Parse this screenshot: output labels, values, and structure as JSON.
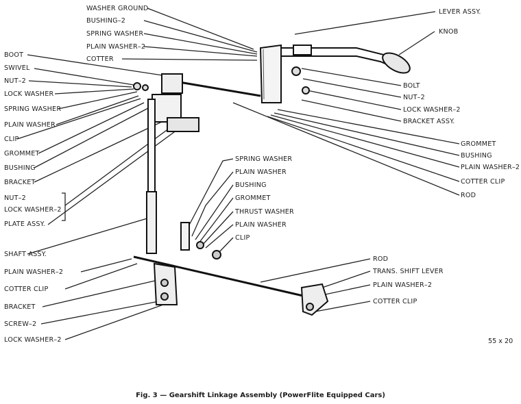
{
  "labels": {
    "washer_ground": "WASHER GROUND",
    "bushing_2_top": "BUSHING–2",
    "spring_washer_top": "SPRING WASHER",
    "plain_washer_2_top": "PLAIN WASHER–2",
    "cotter_top": "COTTER",
    "lever_assy": "LEVER ASSY.",
    "knob": "KNOB",
    "boot": "BOOT",
    "swivel": "SWIVEL",
    "nut_2_left": "NUT–2",
    "lock_washer_left": "LOCK WASHER",
    "spring_washer_left": "SPRING WASHER",
    "plain_washer_left": "PLAIN WASHER",
    "clip_left": "CLIP",
    "grommet_left": "GROMMET",
    "bushing_left": "BUSHING",
    "bracket_left": "BRACKET",
    "nut_2_group": "NUT–2",
    "lock_washer_2_group": "LOCK WASHER–2",
    "plate_assy": "PLATE ASSY.",
    "bolt": "BOLT",
    "nut_2_right": "NUT–2",
    "lock_washer_2_right": "LOCK WASHER–2",
    "bracket_assy": "BRACKET ASSY.",
    "grommet_right": "GROMMET",
    "bushing_right": "BUSHING",
    "plain_washer_2_right": "PLAIN WASHER–2",
    "cotter_clip_right": "COTTER CLIP",
    "rod_right": "ROD",
    "spring_washer_mid": "SPRING WASHER",
    "plain_washer_mid": "PLAIN WASHER",
    "bushing_mid": "BUSHING",
    "grommet_mid": "GROMMET",
    "thrust_washer_mid": "THRUST WASHER",
    "plain_washer_mid_2": "PLAIN WASHER",
    "clip_mid": "CLIP",
    "shaft_assy": "SHAFT ASSY.",
    "plain_washer_2_low": "PLAIN WASHER–2",
    "cotter_clip_low": "COTTER CLIP",
    "bracket_low": "BRACKET",
    "screw_2": "SCREW–2",
    "lock_washer_2_low": "LOCK WASHER–2",
    "rod_low": "ROD",
    "trans_shift_lever": "TRANS. SHIFT LEVER",
    "plain_washer_2_trans": "PLAIN WASHER–2",
    "cotter_clip_trans": "COTTER CLIP"
  },
  "scale_note": "55 x 20",
  "caption": "Fig. 3 — Gearshift Linkage Assembly (PowerFlite Equipped Cars)"
}
